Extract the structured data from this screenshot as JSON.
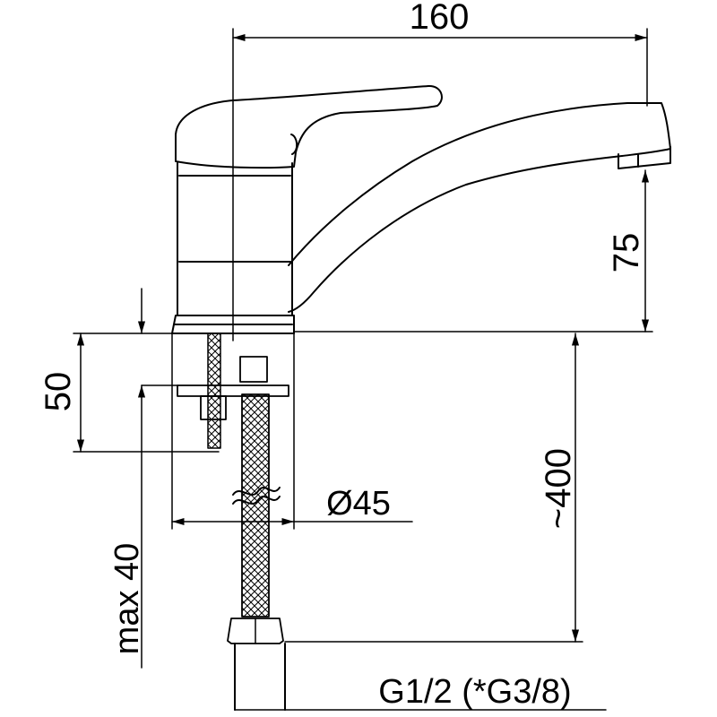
{
  "dimensions": {
    "width": "160",
    "height": "75",
    "max_thickness": "50",
    "max_mount": "max 40",
    "hole_diameter": "Ø45",
    "hose_length": "~400",
    "connection": "G1/2 (*G3/8)"
  },
  "colors": {
    "line": "#000000",
    "background": "#ffffff"
  }
}
